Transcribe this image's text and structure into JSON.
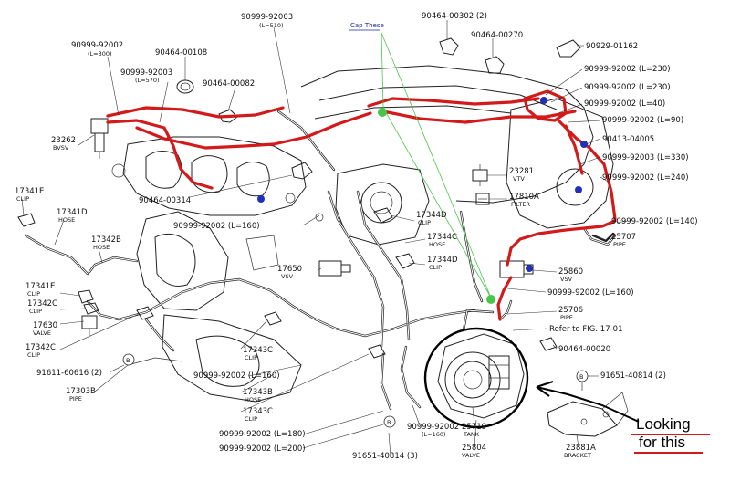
{
  "annotations": {
    "cap_note": "Cap These",
    "looking_note_line1": "Looking",
    "looking_note_line2": "for this"
  },
  "colors": {
    "hose_highlight": "#d31a1a",
    "cap_marker": "#49c649",
    "port_marker": "#1f2fb8",
    "note_underline": "#d31a1a",
    "cap_note_text": "#1a2a9a"
  },
  "labels": [
    {
      "id": "l01",
      "part": "90999-92003",
      "sub": "(L=510)"
    },
    {
      "id": "l02",
      "part": "90999-92002",
      "sub": "(L=300)"
    },
    {
      "id": "l03",
      "part": "90464-00108",
      "sub": ""
    },
    {
      "id": "l04",
      "part": "90999-92003",
      "sub": "(L=570)"
    },
    {
      "id": "l05",
      "part": "90464-00082",
      "sub": ""
    },
    {
      "id": "l06",
      "part": "90464-00302 (2)",
      "sub": ""
    },
    {
      "id": "l07",
      "part": "90464-00270",
      "sub": ""
    },
    {
      "id": "l08",
      "part": "90929-01162",
      "sub": ""
    },
    {
      "id": "l09",
      "part": "90999-92002 (L=230)",
      "sub": ""
    },
    {
      "id": "l10",
      "part": "90999-92002 (L=230)",
      "sub": ""
    },
    {
      "id": "l11",
      "part": "90999-92002 (L=40)",
      "sub": ""
    },
    {
      "id": "l12",
      "part": "90999-92002 (L=90)",
      "sub": ""
    },
    {
      "id": "l13",
      "part": "90413-04005",
      "sub": ""
    },
    {
      "id": "l14",
      "part": "90999-92003 (L=330)",
      "sub": ""
    },
    {
      "id": "l15",
      "part": "90999-92002 (L=240)",
      "sub": ""
    },
    {
      "id": "l16",
      "part": "23262",
      "sub": "BVSV"
    },
    {
      "id": "l17",
      "part": "23281",
      "sub": "VTV"
    },
    {
      "id": "l18",
      "part": "17810A",
      "sub": "FILTER"
    },
    {
      "id": "l19",
      "part": "90464-00314",
      "sub": ""
    },
    {
      "id": "l20",
      "part": "17341E",
      "sub": "CLIP"
    },
    {
      "id": "l21",
      "part": "17341D",
      "sub": "HOSE"
    },
    {
      "id": "l22",
      "part": "17342B",
      "sub": "HOSE"
    },
    {
      "id": "l23",
      "part": "17344D",
      "sub": "CLIP"
    },
    {
      "id": "l24",
      "part": "17344C",
      "sub": "HOSE"
    },
    {
      "id": "l25",
      "part": "17344D",
      "sub": "CLIP"
    },
    {
      "id": "l26",
      "part": "90999-92002 (L=140)",
      "sub": ""
    },
    {
      "id": "l27",
      "part": "25707",
      "sub": "PIPE"
    },
    {
      "id": "l28",
      "part": "90999-92002 (L=160)",
      "sub": ""
    },
    {
      "id": "l29",
      "part": "17650",
      "sub": "VSV"
    },
    {
      "id": "l30",
      "part": "25860",
      "sub": "VSV"
    },
    {
      "id": "l31",
      "part": "17341E",
      "sub": "CLIP"
    },
    {
      "id": "l32",
      "part": "90999-92002 (L=160)",
      "sub": ""
    },
    {
      "id": "l33",
      "part": "17342C",
      "sub": "CLIP"
    },
    {
      "id": "l34",
      "part": "25706",
      "sub": "PIPE"
    },
    {
      "id": "l35",
      "part": "17630",
      "sub": "VALVE"
    },
    {
      "id": "l36",
      "part": "Refer to FIG. 17-01",
      "sub": ""
    },
    {
      "id": "l37",
      "part": "17342C",
      "sub": "CLIP"
    },
    {
      "id": "l38",
      "part": "17343C",
      "sub": "CLIP"
    },
    {
      "id": "l39",
      "part": "90464-00020",
      "sub": ""
    },
    {
      "id": "l40",
      "part": "91611-60616 (2)",
      "sub": ""
    },
    {
      "id": "l41",
      "part": "90999-92002 (L=160)",
      "sub": ""
    },
    {
      "id": "l42",
      "part": "91651-40814 (2)",
      "sub": ""
    },
    {
      "id": "l43",
      "part": "17303B",
      "sub": "PIPE"
    },
    {
      "id": "l44",
      "part": "17343B",
      "sub": "HOSE"
    },
    {
      "id": "l45",
      "part": "17343C",
      "sub": "CLIP"
    },
    {
      "id": "l46",
      "part": "90999-92002",
      "sub": "(L=160)"
    },
    {
      "id": "l47",
      "part": "25719",
      "sub": "TANK"
    },
    {
      "id": "l48",
      "part": "90999-92002 (L=180)",
      "sub": ""
    },
    {
      "id": "l49",
      "part": "90999-92002 (L=200)",
      "sub": ""
    },
    {
      "id": "l50",
      "part": "25804",
      "sub": "VALVE"
    },
    {
      "id": "l51",
      "part": "23881A",
      "sub": "BRACKET"
    },
    {
      "id": "l52",
      "part": "91651-40814 (3)",
      "sub": ""
    }
  ],
  "callout_letters": [
    {
      "id": "b1",
      "text": "B"
    },
    {
      "id": "b2",
      "text": "B"
    },
    {
      "id": "b3",
      "text": "B"
    }
  ]
}
